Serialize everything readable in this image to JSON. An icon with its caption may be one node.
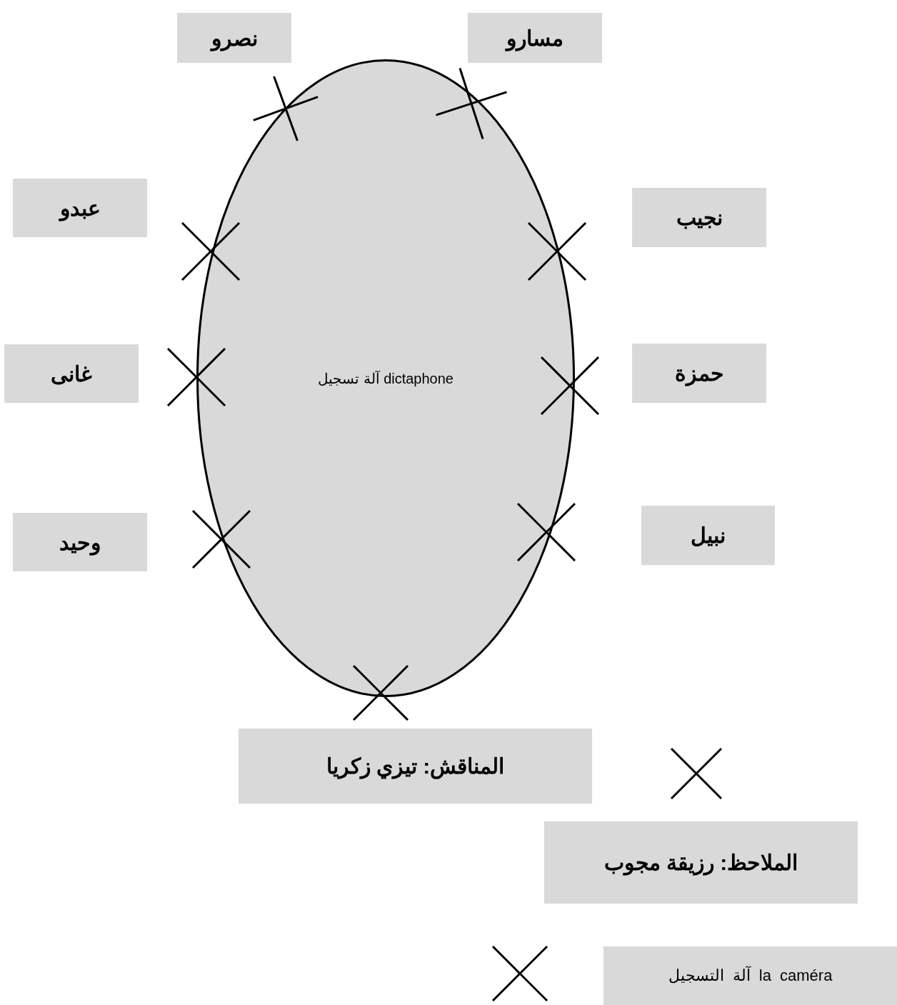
{
  "diagram": {
    "nodes": [
      {
        "text": [
          "نصرو"
        ]
      },
      {
        "text": [
          "مسارو"
        ]
      },
      {
        "text": [
          "dictaphone آلة تسجيل"
        ]
      },
      {
        "text": [
          "عبدو"
        ]
      },
      {
        "text": [
          "نجيب"
        ]
      },
      {
        "text": [
          "غانى"
        ]
      },
      {
        "text": [
          "حمزة"
        ]
      },
      {
        "text": [
          "وحيد"
        ]
      },
      {
        "text": [
          "نبيل"
        ]
      },
      {
        "text": [
          "المناقش: تيزي زكريا"
        ]
      },
      {
        "text": [
          "الملاحظ: رزيقة مجوب"
        ]
      },
      {
        "text": [
          "la caméra آلة التسجيل"
        ]
      }
    ]
  }
}
